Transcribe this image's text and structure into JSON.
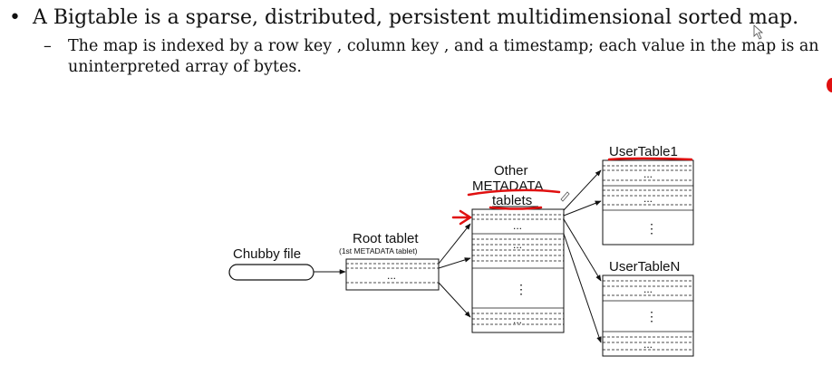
{
  "slide": {
    "bullet_main": "A Bigtable is a sparse, distributed, persistent multidimensional sorted map.",
    "bullet_sub_line1": "The map is indexed by a row key , column key , and a timestamp; each value in the map is an",
    "bullet_sub_line2": "uninterpreted array of bytes."
  },
  "diagram": {
    "chubby_label": "Chubby file",
    "root_title": "Root tablet",
    "root_subtitle": "(1st METADATA tablet)",
    "other_line1": "Other",
    "other_line2": "METADATA",
    "other_line3": "tablets",
    "usertable1": "UserTable1",
    "usertablen": "UserTableN",
    "ellipsis": "...",
    "vellipsis": "⋮"
  },
  "colors": {
    "annotation_red": "#e01010",
    "line": "#111111"
  }
}
